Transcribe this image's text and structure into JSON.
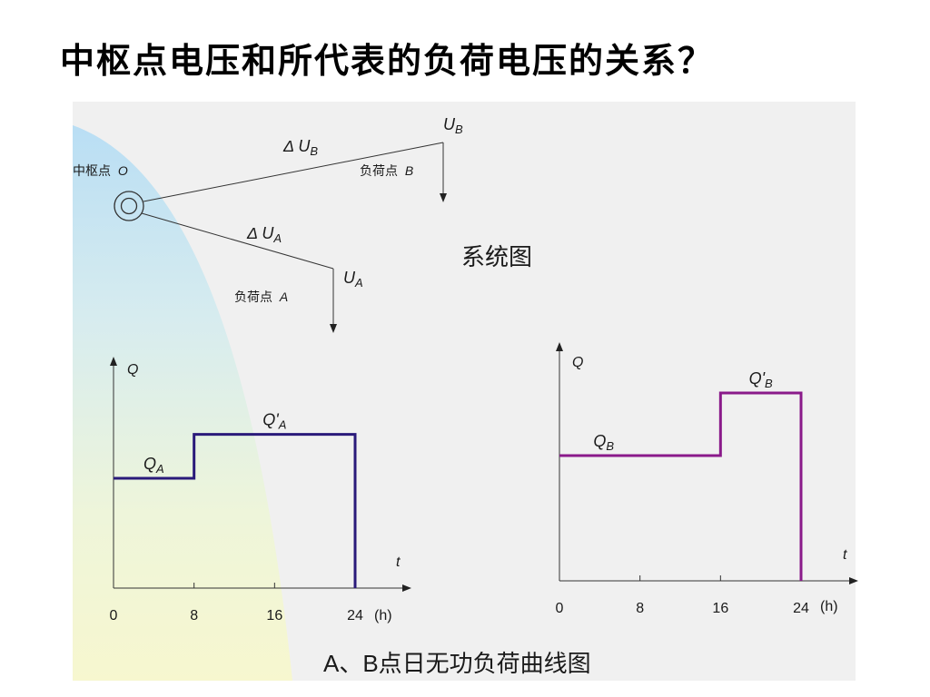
{
  "slide": {
    "title": "中枢点电压和所代表的负荷电压的关系？",
    "system_caption": "系统图",
    "curves_caption": "A、B点日无功负荷曲线图"
  },
  "system_diagram": {
    "hub_label": "中枢点",
    "hub_var": "O",
    "branch_B": {
      "drop_label": "Δ U",
      "drop_sub": "B",
      "voltage": "U",
      "voltage_sub": "B",
      "load_label": "负荷点",
      "load_var": "B"
    },
    "branch_A": {
      "drop_label": "Δ U",
      "drop_sub": "A",
      "voltage": "U",
      "voltage_sub": "A",
      "load_label": "负荷点",
      "load_var": "A"
    }
  },
  "chart_data": [
    {
      "type": "line",
      "step": true,
      "ylabel": "Q",
      "xlabel": "t",
      "x_unit": "(h)",
      "x_ticks": [
        "0",
        "8",
        "16",
        "24"
      ],
      "xlim": [
        0,
        24
      ],
      "segments": [
        {
          "label": "Q",
          "sub": "A",
          "x_start": 0,
          "x_end": 8,
          "level": 1
        },
        {
          "label": "Q'",
          "sub": "A",
          "x_start": 8,
          "x_end": 24,
          "level": 1.4
        }
      ],
      "color": "#2a1a7a"
    },
    {
      "type": "line",
      "step": true,
      "ylabel": "Q",
      "xlabel": "t",
      "x_unit": "(h)",
      "x_ticks": [
        "0",
        "8",
        "16",
        "24"
      ],
      "xlim": [
        0,
        24
      ],
      "segments": [
        {
          "label": "Q",
          "sub": "B",
          "x_start": 0,
          "x_end": 16,
          "level": 1
        },
        {
          "label": "Q'",
          "sub": "B",
          "x_start": 16,
          "x_end": 24,
          "level": 1.5
        }
      ],
      "color": "#8a1a8a"
    }
  ]
}
